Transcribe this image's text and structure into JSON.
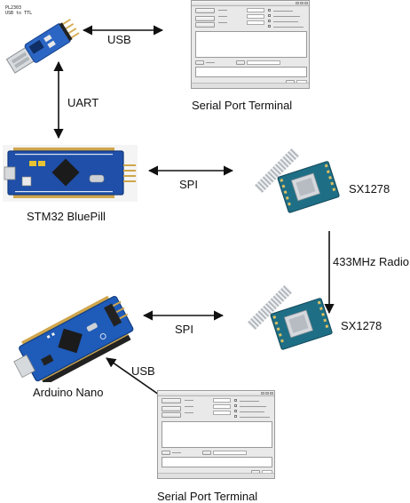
{
  "labels": {
    "usb_top": "USB",
    "uart": "UART",
    "spi_top": "SPI",
    "radio_link": "433MHz Radio",
    "spi_bottom": "SPI",
    "usb_bottom": "USB",
    "terminal_top": "Serial Port Terminal",
    "terminal_bottom": "Serial Port Terminal",
    "bluepill": "STM32 BluePill",
    "arduino": "Arduino Nano",
    "sx1278_top": "SX1278",
    "sx1278_bottom": "SX1278",
    "pl2303_line1": "PL2303",
    "pl2303_line2": "USB to TTL"
  },
  "colors": {
    "board_blue": "#1f4fa8",
    "board_blue_dark": "#163a7e",
    "pcb_teal": "#1e6f86",
    "coil": "#b8bcc0",
    "arrow": "#111111"
  }
}
